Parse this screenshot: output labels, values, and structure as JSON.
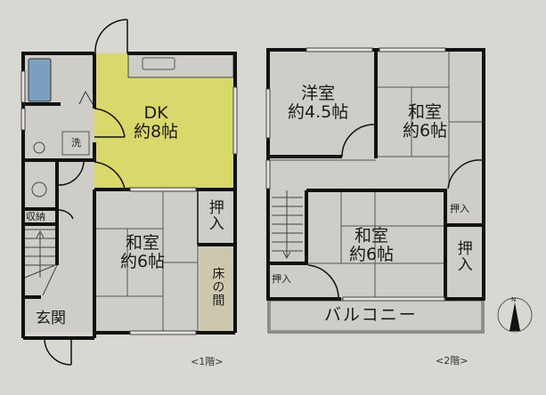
{
  "floor1": {
    "label": "<1階>",
    "rooms": {
      "dk": {
        "name": "DK",
        "size": "約8帖",
        "color": "#d9d86a"
      },
      "washitsu": {
        "name": "和室",
        "size": "約6帖"
      },
      "oshiire": "押入",
      "tokonoma": "床の間",
      "genkan": "玄関",
      "shuno": "収納",
      "sentaku": "洗"
    }
  },
  "floor2": {
    "label": "<2階>",
    "rooms": {
      "yoshitsu": {
        "name": "洋室",
        "size": "約4.5帖"
      },
      "washitsu_ne": {
        "name": "和室",
        "size": "約6帖"
      },
      "washitsu_s": {
        "name": "和室",
        "size": "約6帖"
      },
      "oshiire_small": "押入",
      "oshiire_big": "押入",
      "oshiire_left": "押入",
      "balcony": "バルコニー"
    }
  },
  "compass": {
    "north": "N"
  },
  "colors": {
    "background": "#d9d7d1",
    "room": "#cfcdc8",
    "wall": "#111111",
    "bath": "#7b9fbe",
    "dk": "#d9d86a",
    "tokonoma": "#cdc8ad"
  }
}
